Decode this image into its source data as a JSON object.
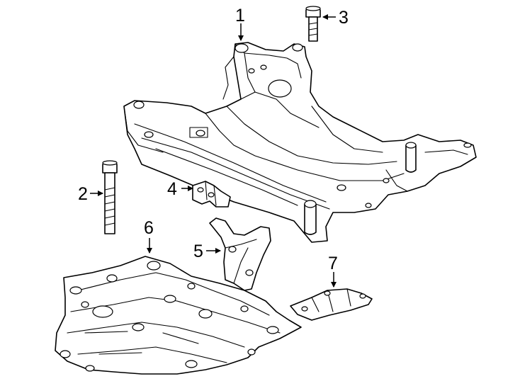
{
  "callouts": [
    {
      "label": "1",
      "part": "front-crossmember-subframe"
    },
    {
      "label": "2",
      "part": "subframe-bolt"
    },
    {
      "label": "3",
      "part": "mounting-bolt"
    },
    {
      "label": "4",
      "part": "bracket"
    },
    {
      "label": "5",
      "part": "support-bracket"
    },
    {
      "label": "6",
      "part": "underbody-splash-shield"
    },
    {
      "label": "7",
      "part": "small-splash-shield"
    }
  ],
  "colors": {
    "line": "#000000",
    "background": "#ffffff"
  }
}
